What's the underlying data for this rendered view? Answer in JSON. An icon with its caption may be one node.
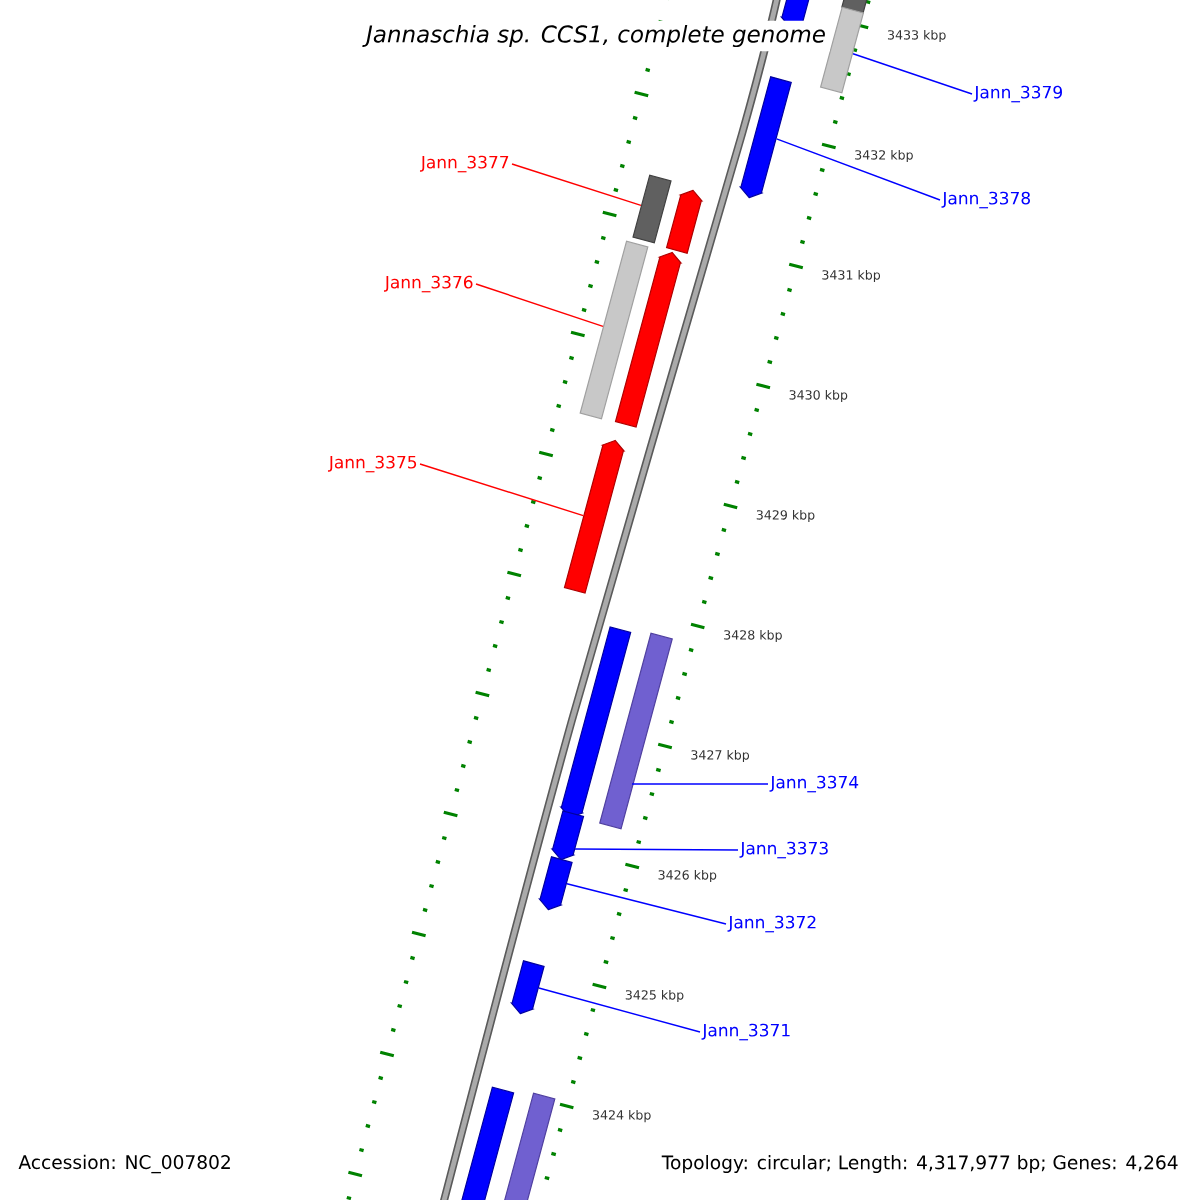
{
  "diagram": {
    "title": "Jannaschia sp. CCS1, complete genome",
    "nodes": [
      {
        "text": [
          "Jann_3379"
        ]
      },
      {
        "text": [
          "Jann_3377"
        ]
      },
      {
        "text": [
          "Jann_3378"
        ]
      },
      {
        "text": [
          "Jann_3376"
        ]
      },
      {
        "text": [
          "Jann_3375"
        ]
      },
      {
        "text": [
          "Jann_3374"
        ]
      },
      {
        "text": [
          "Jann_3373"
        ]
      },
      {
        "text": [
          "Jann_3372"
        ]
      },
      {
        "text": [
          "Jann_3371"
        ]
      },
      {
        "text": [],
        "shape": "pentagon"
      },
      {
        "text": [],
        "shape": "bar"
      },
      {
        "text": [],
        "shape": "bar"
      },
      {
        "text": [],
        "shape": "pentagon"
      },
      {
        "text": [],
        "shape": "bar"
      },
      {
        "text": [],
        "shape": "pentagon"
      },
      {
        "text": [],
        "shape": "bar"
      },
      {
        "text": [],
        "shape": "pentagon"
      },
      {
        "text": [],
        "shape": "pentagon"
      },
      {
        "text": [],
        "shape": "pentagon"
      },
      {
        "text": [],
        "shape": "bar"
      },
      {
        "text": [],
        "shape": "pentagon"
      },
      {
        "text": [],
        "shape": "pentagon"
      },
      {
        "text": [],
        "shape": "pentagon"
      },
      {
        "text": [],
        "shape": "bar"
      },
      {
        "text": [],
        "shape": "bar"
      }
    ],
    "edges": [
      {
        "from": 0,
        "to": 11,
        "arrow": "none"
      },
      {
        "from": 1,
        "to": 13,
        "arrow": "none",
        "color": "#ff0000"
      },
      {
        "from": 2,
        "to": 12,
        "arrow": "none"
      },
      {
        "from": 3,
        "to": 15,
        "arrow": "none",
        "color": "#ff0000"
      },
      {
        "from": 4,
        "to": 17,
        "arrow": "none",
        "color": "#ff0000"
      },
      {
        "from": 5,
        "to": 19,
        "arrow": "none"
      },
      {
        "from": 6,
        "to": 20,
        "arrow": "none"
      },
      {
        "from": 7,
        "to": 21,
        "arrow": "none"
      },
      {
        "from": 8,
        "to": 22,
        "arrow": "none"
      }
    ],
    "labels": [
      "3433 kbp",
      "3432 kbp",
      "3431 kbp",
      "3430 kbp",
      "3429 kbp",
      "3428 kbp",
      "3427 kbp",
      "3426 kbp",
      "3425 kbp",
      "3424 kbp",
      "Accession: NC_007802",
      "Topology: circular; Length: 4,317,977 bp; Genes: 4,264"
    ]
  }
}
